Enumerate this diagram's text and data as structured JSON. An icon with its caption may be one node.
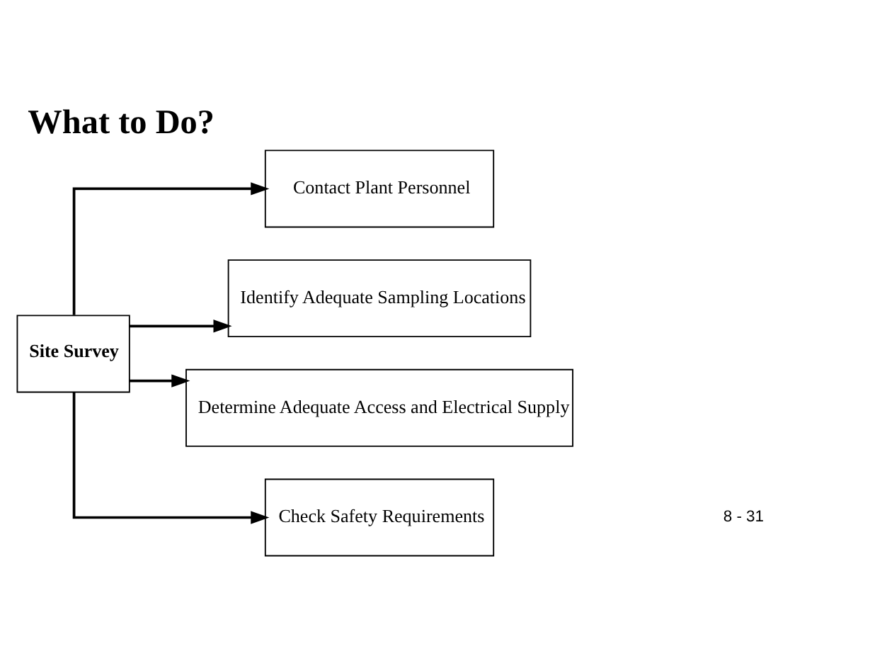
{
  "diagram": {
    "title": "What to Do?",
    "nodes": [
      {
        "text": [
          "Site Survey"
        ]
      },
      {
        "text": [
          "Contact Plant Personnel"
        ]
      },
      {
        "text": [
          "Identify Adequate Sampling Locations"
        ]
      },
      {
        "text": [
          "Determine Adequate Access and Electrical Supply"
        ]
      },
      {
        "text": [
          "Check Safety Requirements"
        ]
      }
    ],
    "edges": [
      {
        "from": 0,
        "to": 1,
        "arrow": "to"
      },
      {
        "from": 0,
        "to": 2,
        "arrow": "to"
      },
      {
        "from": 0,
        "to": 3,
        "arrow": "to"
      },
      {
        "from": 0,
        "to": 4,
        "arrow": "to"
      }
    ],
    "labels": [
      "8 - 31"
    ]
  }
}
